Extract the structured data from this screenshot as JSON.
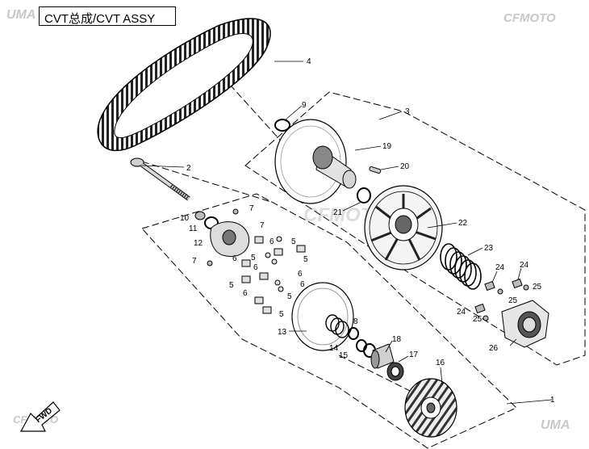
{
  "title": "CVT总成/CVT ASSY",
  "logos": {
    "uma": "UMA",
    "cfmoto": "CFMOTO",
    "fwd": "FWD"
  },
  "callouts": {
    "c1": "1",
    "c2": "2",
    "c3": "3",
    "c4": "4",
    "c5a": "5",
    "c5b": "5",
    "c5c": "5",
    "c5d": "5",
    "c5e": "5",
    "c5f": "5",
    "c6a": "6",
    "c6b": "6",
    "c6c": "6",
    "c6d": "6",
    "c6e": "6",
    "c6f": "6",
    "c7a": "7",
    "c7b": "7",
    "c7c": "7",
    "c8": "8",
    "c9": "9",
    "c10": "10",
    "c11": "11",
    "c12": "12",
    "c13": "13",
    "c14": "14",
    "c15": "15",
    "c16": "16",
    "c17": "17",
    "c18": "18",
    "c19": "19",
    "c20": "20",
    "c21": "21",
    "c22": "22",
    "c23": "23",
    "c24a": "24",
    "c24b": "24",
    "c24c": "24",
    "c25a": "25",
    "c25b": "25",
    "c25c": "25",
    "c26": "26"
  },
  "colors": {
    "line": "#000000",
    "metal": "#bdbdbd",
    "dark": "#4a4a4a",
    "watermark": "#d0d0d0"
  }
}
